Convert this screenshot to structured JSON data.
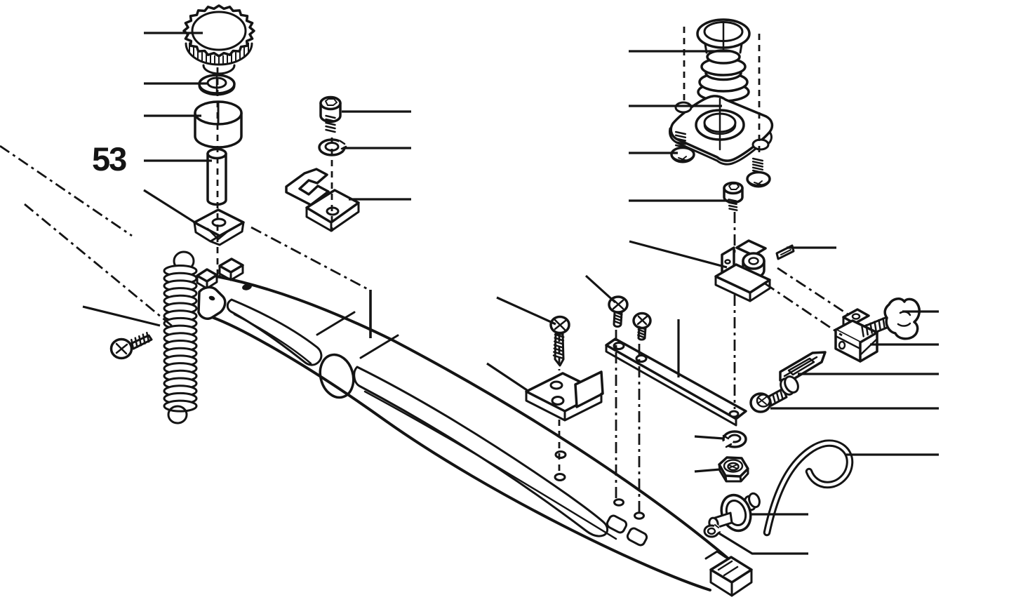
{
  "diagram": {
    "type": "exploded-parts-diagram",
    "background": "#ffffff",
    "ink_color": "#141414",
    "callout": {
      "label": "53"
    },
    "parts": [
      {
        "id": "knurled-tension-knob"
      },
      {
        "id": "slotted-washer"
      },
      {
        "id": "tension-bushing"
      },
      {
        "id": "pin-53"
      },
      {
        "id": "wedge-block"
      },
      {
        "id": "extension-spring"
      },
      {
        "id": "phillips-screw-left"
      },
      {
        "id": "socket-cap-screw-left"
      },
      {
        "id": "lock-washer-left"
      },
      {
        "id": "u-clamp-bracket"
      },
      {
        "id": "main-lever-arm"
      },
      {
        "id": "self-tapping-screw"
      },
      {
        "id": "l-bracket"
      },
      {
        "id": "pan-head-screw-1"
      },
      {
        "id": "pan-head-screw-2"
      },
      {
        "id": "flat-link-bar"
      },
      {
        "id": "rubber-bellows"
      },
      {
        "id": "flange-plate"
      },
      {
        "id": "flange-screw-left"
      },
      {
        "id": "flange-screw-right"
      },
      {
        "id": "socket-cap-screw-right"
      },
      {
        "id": "hinge-bracket"
      },
      {
        "id": "roll-pin"
      },
      {
        "id": "wing-screw"
      },
      {
        "id": "slide-block"
      },
      {
        "id": "slide-rail"
      },
      {
        "id": "button-screw-with-washer"
      },
      {
        "id": "e-ring"
      },
      {
        "id": "hex-nut"
      },
      {
        "id": "wire-hook"
      },
      {
        "id": "pivot-bushing"
      },
      {
        "id": "e-clip"
      },
      {
        "id": "arm-end-block"
      }
    ]
  }
}
